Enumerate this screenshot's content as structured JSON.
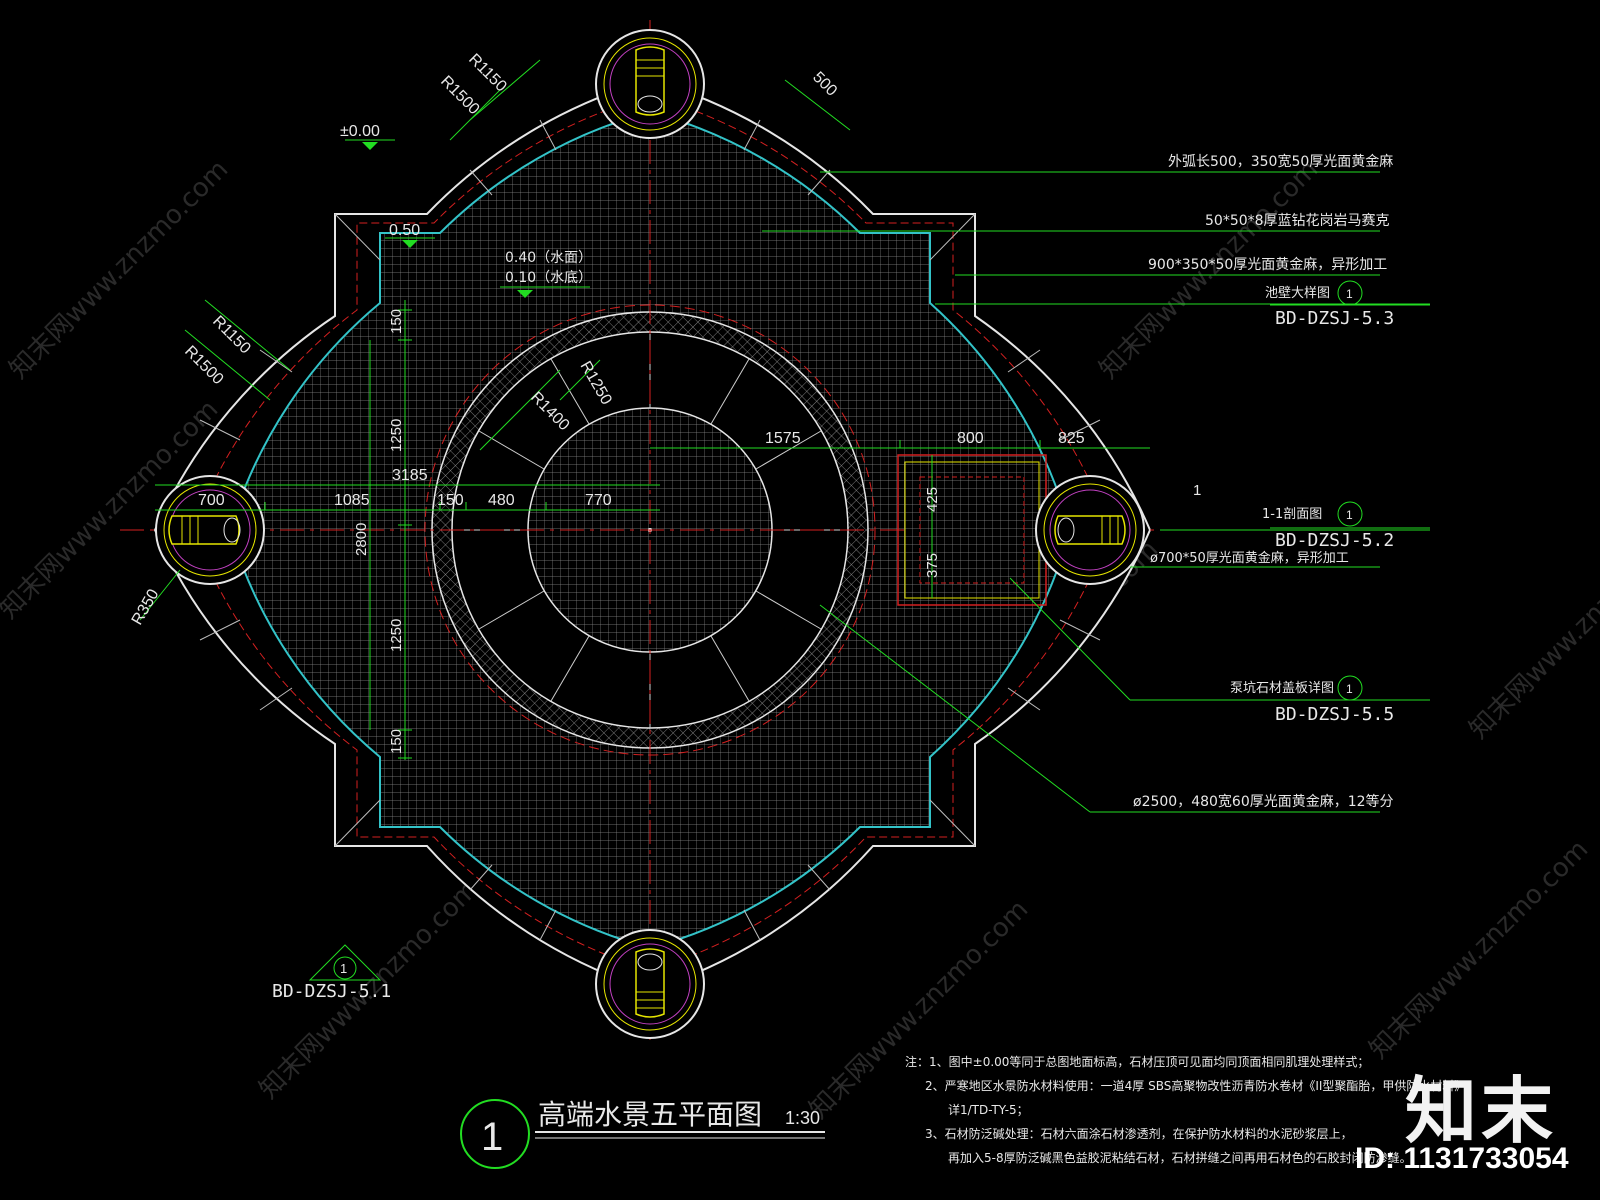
{
  "drawing": {
    "title": "高端水景五平面图",
    "scale": "1:30",
    "index_number": "1"
  },
  "levels": {
    "ground": "±0.00",
    "rim": "0.50",
    "water_surface": "0.40（水面）",
    "pool_bottom": "0.10（水底）"
  },
  "dimensions": {
    "r1150_top": "R1150",
    "r1500_top": "R1500",
    "r1150_left": "R1150",
    "r1500_left": "R1500",
    "r1250": "R1250",
    "r1400": "R1400",
    "r350": "R350",
    "d500": "500",
    "d150_top": "150",
    "d1250_upper": "1250",
    "d2800": "2800",
    "d1250_lower": "1250",
    "d150_bottom": "150",
    "d3185": "3185",
    "d700": "700",
    "d1085": "1085",
    "d150_mid": "150",
    "d480": "480",
    "d770": "770",
    "d1575": "1575",
    "d800": "800",
    "d825": "825",
    "d425": "425",
    "d375": "375",
    "section_mark": "1"
  },
  "callouts": [
    {
      "text": "外弧长500，350宽50厚光面黄金麻"
    },
    {
      "text": "50*50*8厚蓝钻花岗岩马赛克"
    },
    {
      "text": "900*350*50厚光面黄金麻，异形加工"
    },
    {
      "text": "池壁大样图",
      "num": "1",
      "ref": "BD-DZSJ-5.3"
    },
    {
      "text": "1-1剖面图",
      "num": "1",
      "ref": "BD-DZSJ-5.2"
    },
    {
      "text": "ø700*50厚光面黄金麻，异形加工"
    },
    {
      "text": "泵坑石材盖板详图",
      "num": "1",
      "ref": "BD-DZSJ-5.5"
    },
    {
      "text": "ø2500，480宽60厚光面黄金麻，12等分"
    }
  ],
  "bottom_ref": {
    "num": "1",
    "ref": "BD-DZSJ-5.1"
  },
  "notes": [
    "注：1、图中±0.00等同于总图地面标高，石材压顶可见面均同顶面相同肌理处理样式；",
    "2、严寒地区水景防水材料使用：一道4厚 SBS高聚物改性沥青防水卷材《II型聚酯胎，甲供防水材料》",
    "详1/TD-TY-5；",
    "3、石材防泛碱处理：石材六面涂石材渗透剂，在保护防水材料的水泥砂浆层上，",
    "再加入5-8厚防泛碱黑色益胶泥粘结石材，石材拼缝之间再用石材色的石胶封闭防渗缝。"
  ],
  "watermark": "知末网www.znzmo.com",
  "logo": "知末",
  "id_label": "ID: 1131733054",
  "colors": {
    "background": "#000000",
    "outline": "#e6e6e6",
    "cyan": "#33c3c8",
    "green": "#22dd22",
    "red": "#d42020",
    "yellow": "#e6e600",
    "magenta": "#c040c0",
    "text": "#e8e8e8"
  }
}
